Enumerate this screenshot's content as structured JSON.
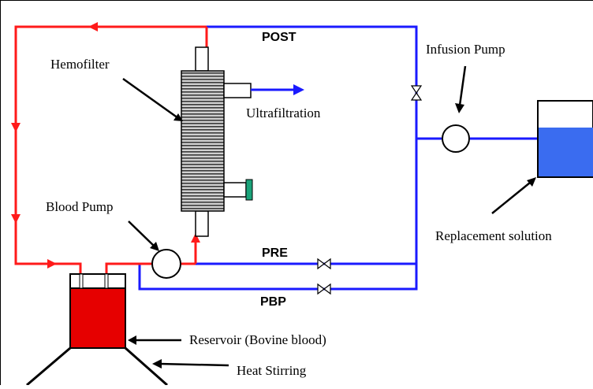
{
  "labels": {
    "post": "POST",
    "pre": "PRE",
    "pbp": "PBP",
    "hemofilter": "Hemofilter",
    "ultrafiltration": "Ultrafiltration",
    "infusion_pump": "Infusion Pump",
    "blood_pump": "Blood Pump",
    "replacement_solution": "Replacement solution",
    "reservoir": "Reservoir (Bovine blood)",
    "heat_stirring": "Heat Stirring"
  },
  "colors": {
    "blood_line": "#ff1a1a",
    "fluid_line": "#1a1aff",
    "reservoir_blood": "#e60000",
    "replacement_fluid": "#3a6cf0",
    "port_cap": "#1aa37a"
  }
}
